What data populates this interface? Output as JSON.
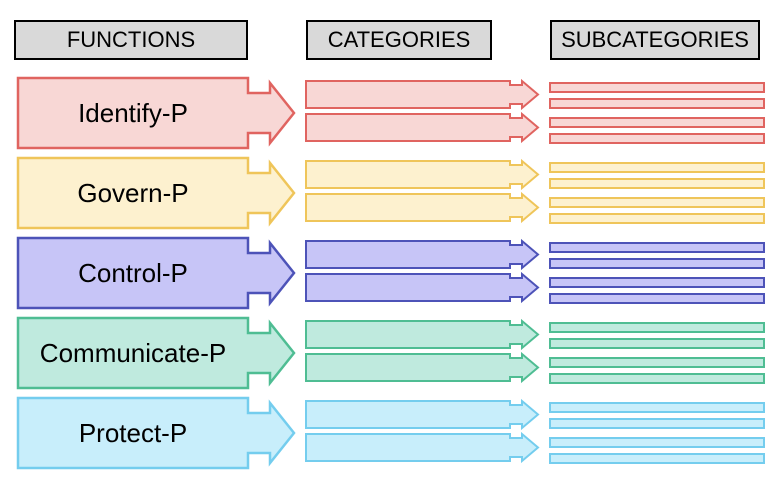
{
  "headers": {
    "functions": "FUNCTIONS",
    "categories": "CATEGORIES",
    "subcategories": "SUBCATEGORIES"
  },
  "functions": [
    {
      "label": "Identify-P",
      "fill": "#f8d7d5",
      "stroke": "#e06460"
    },
    {
      "label": "Govern-P",
      "fill": "#fdf1cf",
      "stroke": "#efc55a"
    },
    {
      "label": "Control-P",
      "fill": "#c7c5f7",
      "stroke": "#4d53b8"
    },
    {
      "label": "Communicate-P",
      "fill": "#bfeade",
      "stroke": "#4fbd93"
    },
    {
      "label": "Protect-P",
      "fill": "#c8eefb",
      "stroke": "#74cdee"
    }
  ]
}
